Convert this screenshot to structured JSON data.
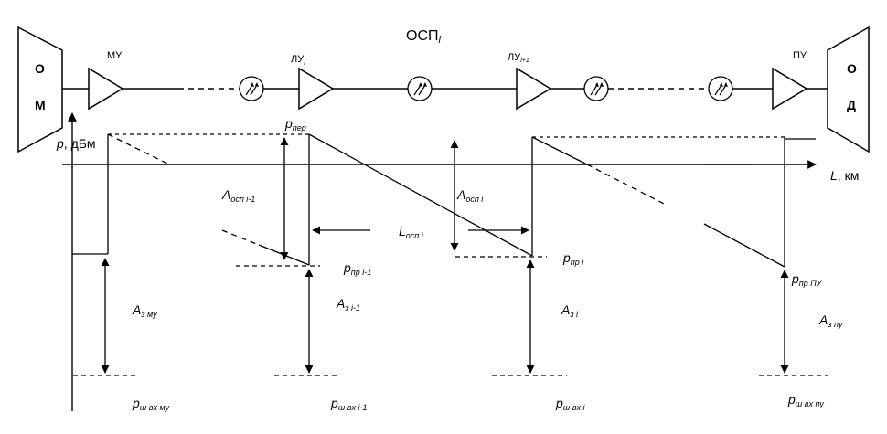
{
  "blocks": {
    "om": [
      "О",
      "М"
    ],
    "od": [
      "О",
      "Д"
    ],
    "mu": "МУ",
    "lu_i": {
      "main": "ЛУ",
      "sub": "i"
    },
    "osp_i": {
      "main": "ОСП",
      "sub": "i"
    },
    "lu_i1": {
      "main": "ЛУ",
      "sub": "i+1"
    },
    "pu": "ПУ"
  },
  "axes": {
    "y_label": {
      "main": "p",
      "rest": ", дБм"
    },
    "x_label": {
      "main": "L",
      "rest": ", км"
    }
  },
  "labels": {
    "p_per": {
      "main": "p",
      "sub": "пер"
    },
    "a_osp_i1": {
      "main": "A",
      "sub": "осп i-1"
    },
    "a_osp_i": {
      "main": "A",
      "sub": "осп i"
    },
    "l_osp_i": {
      "main": "L",
      "sub": "осп i"
    },
    "p_pr_i1": {
      "main": "p",
      "sub": "пр i-1"
    },
    "p_pr_i": {
      "main": "p",
      "sub": "пр i"
    },
    "p_pr_pu": {
      "main": "p",
      "sub": "пр ПУ"
    },
    "a_z_mu": {
      "main": "A",
      "sub": "з му"
    },
    "a_z_i1": {
      "main": "A",
      "sub": "з i-1"
    },
    "a_z_i": {
      "main": "A",
      "sub": "з i"
    },
    "a_z_pu": {
      "main": "A",
      "sub": "з пу"
    },
    "p_sh_mu": {
      "main": "p",
      "sub": "ш вх му"
    },
    "p_sh_i1": {
      "main": "p",
      "sub": "ш вх i-1"
    },
    "p_sh_i": {
      "main": "p",
      "sub": "ш вх i"
    },
    "p_sh_pu": {
      "main": "p",
      "sub": "ш вх пу"
    }
  }
}
